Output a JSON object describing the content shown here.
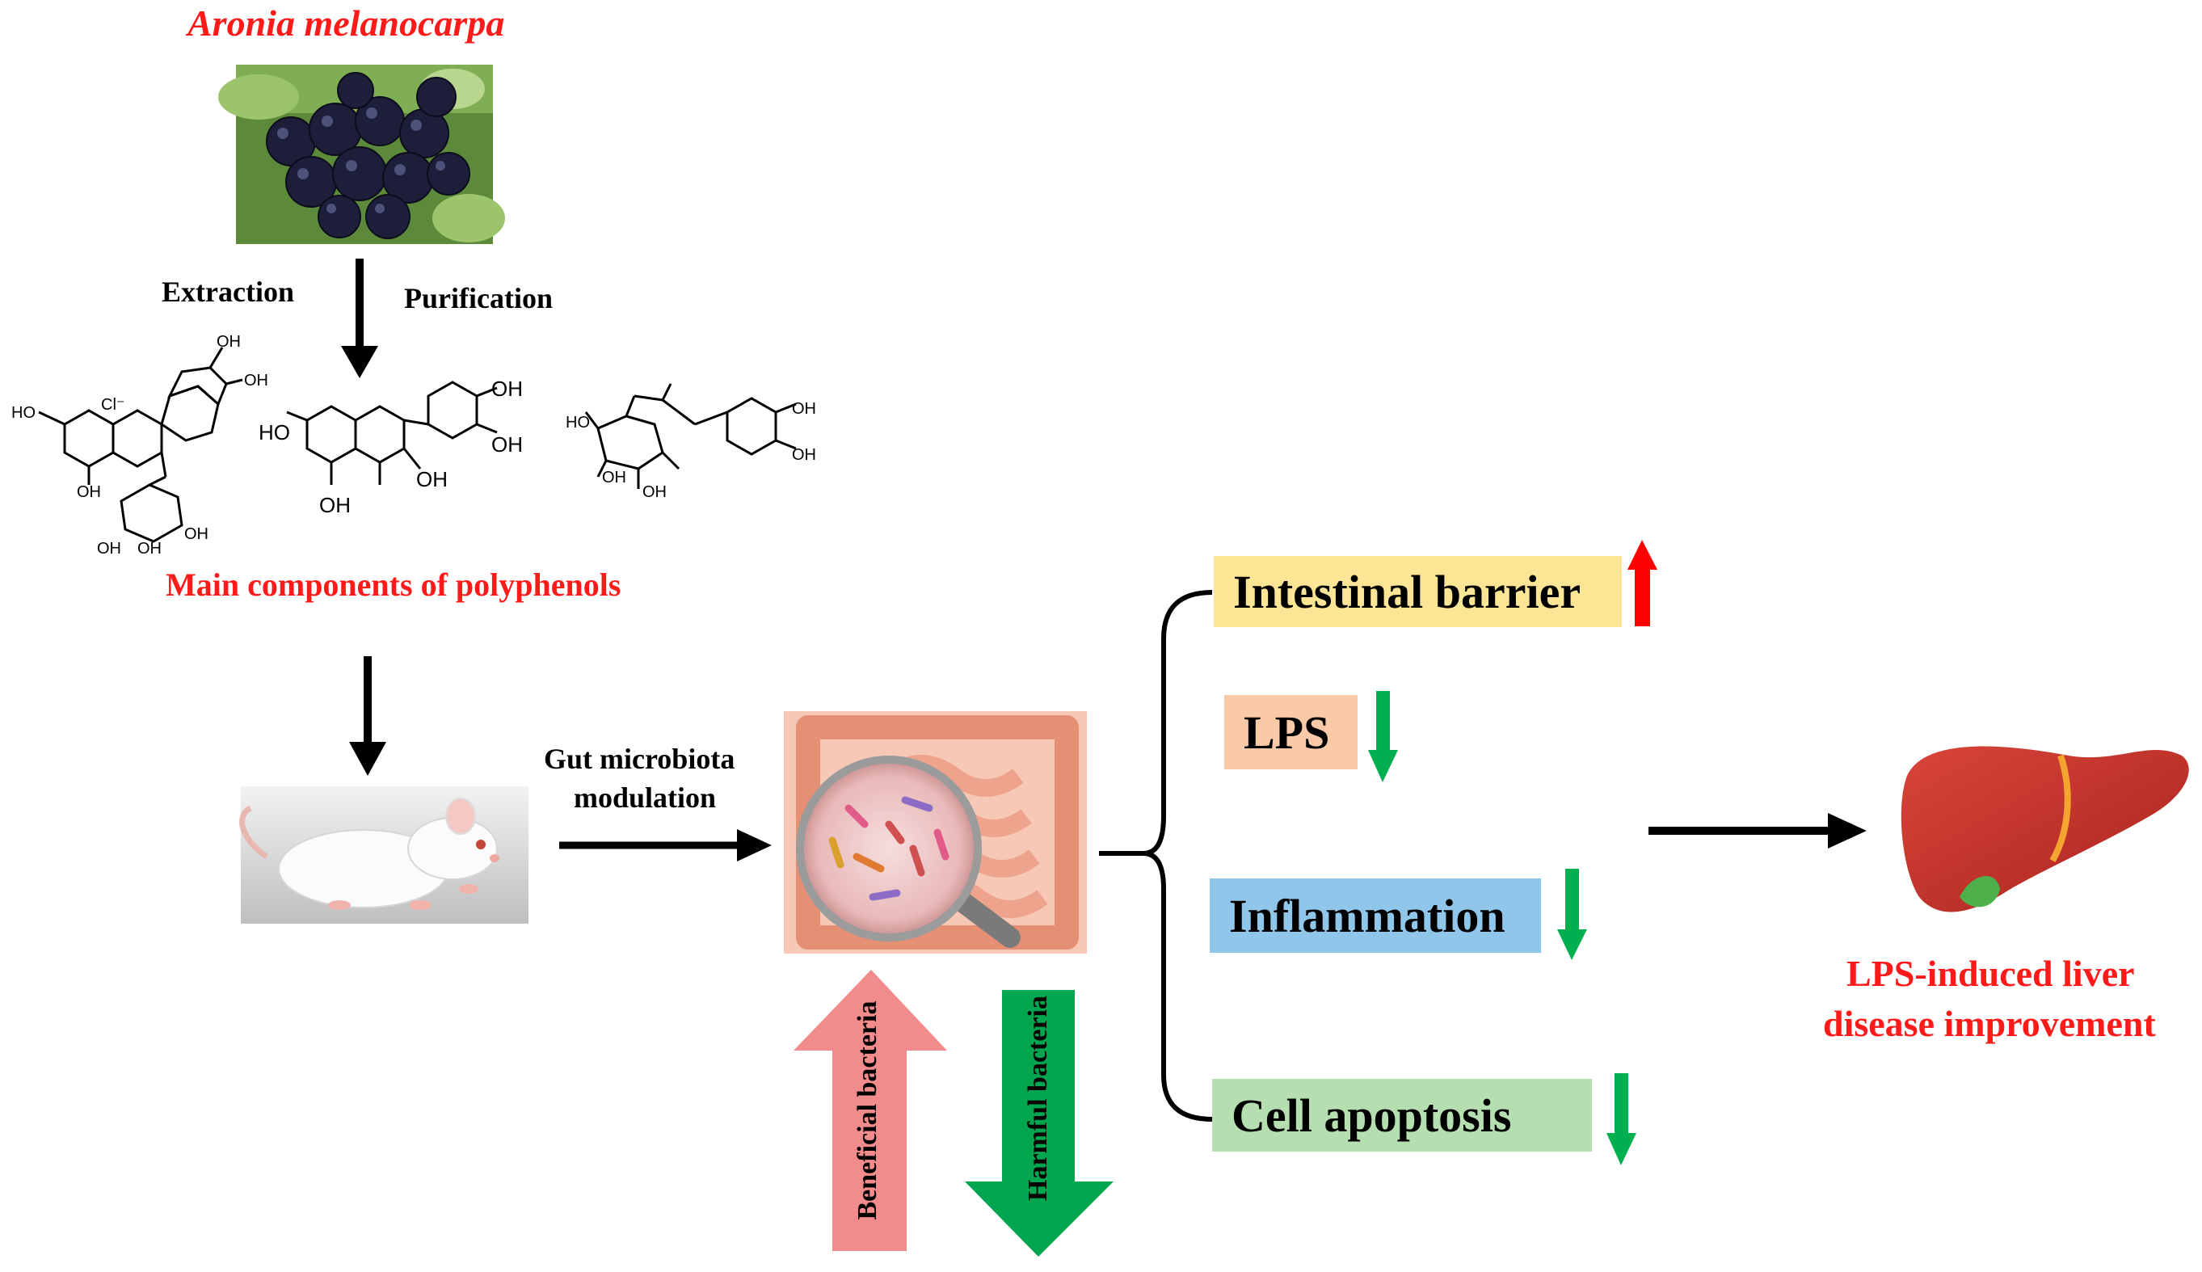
{
  "title": "Aronia melanocarpa",
  "steps": {
    "extraction": "Extraction",
    "purification": "Purification",
    "components_caption": "Main components of polyphenols",
    "gut_label_line1": "Gut microbiota",
    "gut_label_line2": "modulation"
  },
  "molecule_labels": {
    "oh": "OH",
    "ho": "HO",
    "cl": "Cl⁻"
  },
  "bacteria": {
    "beneficial": "Beneficial bacteria",
    "harmful": "Harmful bacteria"
  },
  "effects": [
    {
      "label": "Intestinal barrier",
      "direction": "up",
      "box_color": "#fde596",
      "arrow_color": "#ff0000"
    },
    {
      "label": "LPS",
      "direction": "down",
      "box_color": "#f9c9a8",
      "arrow_color": "#00b050"
    },
    {
      "label": "Inflammation",
      "direction": "down",
      "box_color": "#8fc6ea",
      "arrow_color": "#00b050"
    },
    {
      "label": "Cell apoptosis",
      "direction": "down",
      "box_color": "#b5dfb0",
      "arrow_color": "#00b050"
    }
  ],
  "outcome": {
    "line1": "LPS-induced liver",
    "line2": "disease improvement"
  },
  "colors": {
    "accent_red": "#ff1a1a",
    "beneficial_arrow": "#f28b8b",
    "harmful_arrow": "#00a550",
    "liver": "#c8302a"
  },
  "icons": {
    "berries": "aronia-berries-photo",
    "rat": "white-rat-photo",
    "intestine": "intestine-magnifier-illustration",
    "liver": "liver-illustration"
  }
}
